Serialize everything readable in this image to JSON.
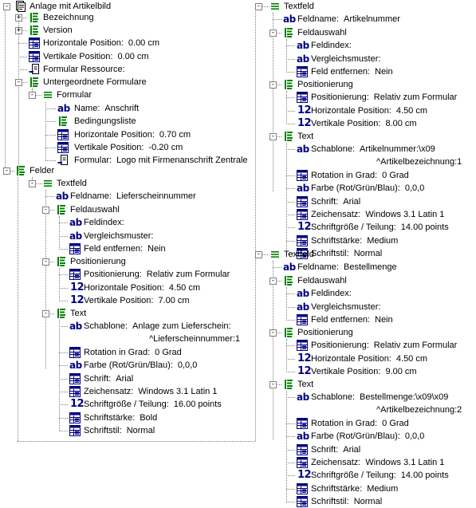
{
  "tree": {
    "root": "Anlage mit Artikelbild",
    "top": [
      {
        "label": "Bezeichnung"
      },
      {
        "label": "Version"
      },
      {
        "label": "Horizontale Position:",
        "value": "0.00 cm"
      },
      {
        "label": "Vertikale Position:",
        "value": "0.00 cm"
      },
      {
        "label": "Formular Ressource:"
      },
      {
        "label": "Untergeordnete Formulare"
      },
      {
        "label": "Formular"
      },
      {
        "label": "Name:",
        "value": "Anschrift"
      },
      {
        "label": "Bedingungsliste"
      },
      {
        "label": "Horizontale Position:",
        "value": "0.70 cm"
      },
      {
        "label": "Vertikale Position:",
        "value": "-0.20 cm"
      },
      {
        "label": "Formular:",
        "value": "Logo mit Firmenanschrift Zentrale"
      },
      {
        "label": "Felder"
      }
    ],
    "fields": [
      {
        "header": "Textfeld",
        "name_label": "Feldname:",
        "name_value": "Lieferscheinnummer",
        "feldauswahl": "Feldauswahl",
        "feldindex": "Feldindex:",
        "vergleichsmuster": "Vergleichsmuster:",
        "feld_entfernen": "Feld entfernen:",
        "feld_entfernen_value": "Nein",
        "positionierung": "Positionierung",
        "positionierung_label": "Positionierung:",
        "positionierung_value": "Relativ zum Formular",
        "horiz_label": "Horizontale Position:",
        "horiz_value": "4.50 cm",
        "vert_label": "Vertikale Position:",
        "vert_value": "7.00 cm",
        "text": "Text",
        "schablone_label": "Schablone:",
        "schablone_value": "Anlage zum Lieferschein:",
        "schablone_cont": "^Lieferscheinnummer:1",
        "rotation_label": "Rotation in Grad:",
        "rotation_value": "0 Grad",
        "farbe_label": "Farbe (Rot/Grün/Blau):",
        "farbe_value": "0,0,0",
        "schrift_label": "Schrift:",
        "schrift_value": "Arial",
        "zeichensatz_label": "Zeichensatz:",
        "zeichensatz_value": "Windows 3.1 Latin 1",
        "groesse_label": "Schriftgröße / Teilung:",
        "groesse_value": "16.00 points",
        "staerke_label": "Schriftstärke:",
        "staerke_value": "Bold",
        "stil_label": "Schriftstil:",
        "stil_value": "Normal"
      },
      {
        "header": "Textfeld",
        "name_label": "Feldname:",
        "name_value": "Artikelnummer",
        "feldauswahl": "Feldauswahl",
        "feldindex": "Feldindex:",
        "vergleichsmuster": "Vergleichsmuster:",
        "feld_entfernen": "Feld entfernen:",
        "feld_entfernen_value": "Nein",
        "positionierung": "Positionierung",
        "positionierung_label": "Positionierung:",
        "positionierung_value": "Relativ zum Formular",
        "horiz_label": "Horizontale Position:",
        "horiz_value": "4.50 cm",
        "vert_label": "Vertikale Position:",
        "vert_value": "8.00 cm",
        "text": "Text",
        "schablone_label": "Schablone:",
        "schablone_value": "Artikelnummer:\\x09",
        "schablone_cont": "^Artikelbezeichnung:1",
        "rotation_label": "Rotation in Grad:",
        "rotation_value": "0 Grad",
        "farbe_label": "Farbe (Rot/Grün/Blau):",
        "farbe_value": "0,0,0",
        "schrift_label": "Schrift:",
        "schrift_value": "Arial",
        "zeichensatz_label": "Zeichensatz:",
        "zeichensatz_value": "Windows 3.1 Latin 1",
        "groesse_label": "Schriftgröße / Teilung:",
        "groesse_value": "14.00 points",
        "staerke_label": "Schriftstärke:",
        "staerke_value": "Medium",
        "stil_label": "Schriftstil:",
        "stil_value": "Normal"
      },
      {
        "header": "Textfeld",
        "name_label": "Feldname:",
        "name_value": "Bestellmenge",
        "feldauswahl": "Feldauswahl",
        "feldindex": "Feldindex:",
        "vergleichsmuster": "Vergleichsmuster:",
        "feld_entfernen": "Feld entfernen:",
        "feld_entfernen_value": "Nein",
        "positionierung": "Positionierung",
        "positionierung_label": "Positionierung:",
        "positionierung_value": "Relativ zum Formular",
        "horiz_label": "Horizontale Position:",
        "horiz_value": "4.50 cm",
        "vert_label": "Vertikale Position:",
        "vert_value": "9.00 cm",
        "text": "Text",
        "schablone_label": "Schablone:",
        "schablone_value": "Bestellmenge:\\x09\\x09",
        "schablone_cont": "^Artikelbezeichnung:2",
        "rotation_label": "Rotation in Grad:",
        "rotation_value": "0 Grad",
        "farbe_label": "Farbe (Rot/Grün/Blau):",
        "farbe_value": "0,0,0",
        "schrift_label": "Schrift:",
        "schrift_value": "Arial",
        "zeichensatz_label": "Zeichensatz:",
        "zeichensatz_value": "Windows 3.1 Latin 1",
        "groesse_label": "Schriftgröße / Teilung:",
        "groesse_value": "14.00 points",
        "staerke_label": "Schriftstärke:",
        "staerke_value": "Medium",
        "stil_label": "Schriftstil:",
        "stil_value": "Normal"
      }
    ]
  },
  "icons": {
    "root": "form-document-icon",
    "group": "green-list-icon",
    "textfield": "textfield-lines-icon",
    "property": "property-grid-icon",
    "text_property": "ab-text-icon",
    "numeric_property": "numeric-12-icon",
    "resource_link": "resource-link-icon"
  },
  "colors": {
    "green": "#008000",
    "navy": "#000080",
    "lines": "#808080"
  }
}
